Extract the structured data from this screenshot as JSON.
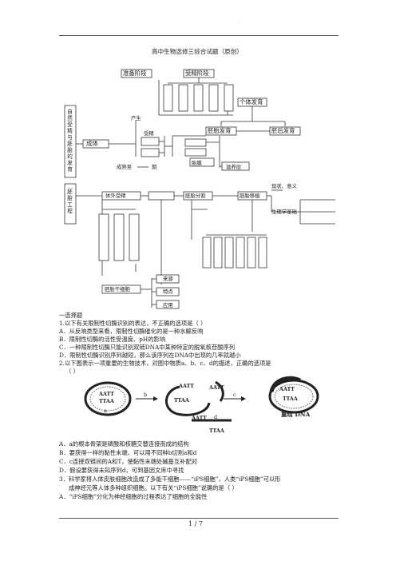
{
  "page": {
    "title": "高中生物选修三综合试题（原创）",
    "footer": "1 / 7",
    "dot": "."
  },
  "diagram": {
    "left_label_1": "自然受精与胚胎的发育",
    "left_label_2": "胚胎工程",
    "stage_prep": "准备阶段",
    "stage_fert": "受精阶段",
    "individual_dev": "个体发育",
    "embryo_dev": "胚胎发育",
    "postembryo_dev": "胚后发育",
    "adult": "成体",
    "produce": "产生",
    "fertilize": "受精",
    "mature": "成熟至",
    "period": "期",
    "placenta": "胎膜",
    "trophoblast": "滋养层",
    "ivf": "体外受精",
    "embryo_split": "胚胎分割",
    "embryo_transfer": "胚胎移植",
    "status": "现状、意义",
    "physio_basis": "生理学基础",
    "es_cell": "胚胎干细胞",
    "source": "来源",
    "feature": "特点",
    "application": "应用"
  },
  "questions": {
    "section": "一选择题",
    "q1": "1.以下有关限制性切酶识别的表达，不正确的选项是（    ）",
    "q1a": "A．从反响类型来看，限制性切酶催化的是一种水解反响",
    "q1b": "B．限制性切酶的活性受温度、pH的影响",
    "q1c": "C．一种限制性切酶只能识别双链DNA中某种特定的脱氧核苷酸序列",
    "q1d": "D．限制性切酶识别序列越短，那么该序列在DNA中出现的几率就越小",
    "q2": "2.以下图表示一项重要的生物技术，对图中物质a、b、c、d的描述，正确的选项是",
    "q2paren": "（    ）",
    "q2a": "A．a的根本骨架是磷酸和核糖交替连接而成的结构",
    "q2b": "B．要获得一样的黏性末端，可以用不同种b切割a和d",
    "q2c": "C．c连接双链间的A和T，使黏性末端处碱基互补配对",
    "q2d": "D．假设要获得未知序列d，可到基因文库中寻找",
    "q3": "3．科学家将人体皮肤细胞改造成了多能干细胞——“iPS细胞”，人类“iPS细胞”可以形",
    "q3b": "成神经元等人体多种组织细胞。以下有关“iPS细胞”说确的是（    ）",
    "q3a": "A．“iPS细胞”分化为神经细胞的过程表达了细胞的全能性"
  },
  "figure2": {
    "aatt": "AATT",
    "ttaa": "TTAA",
    "label_a": "a",
    "label_b": "b",
    "label_c": "c",
    "label_d": "d",
    "recomb": "重组 DNA"
  }
}
